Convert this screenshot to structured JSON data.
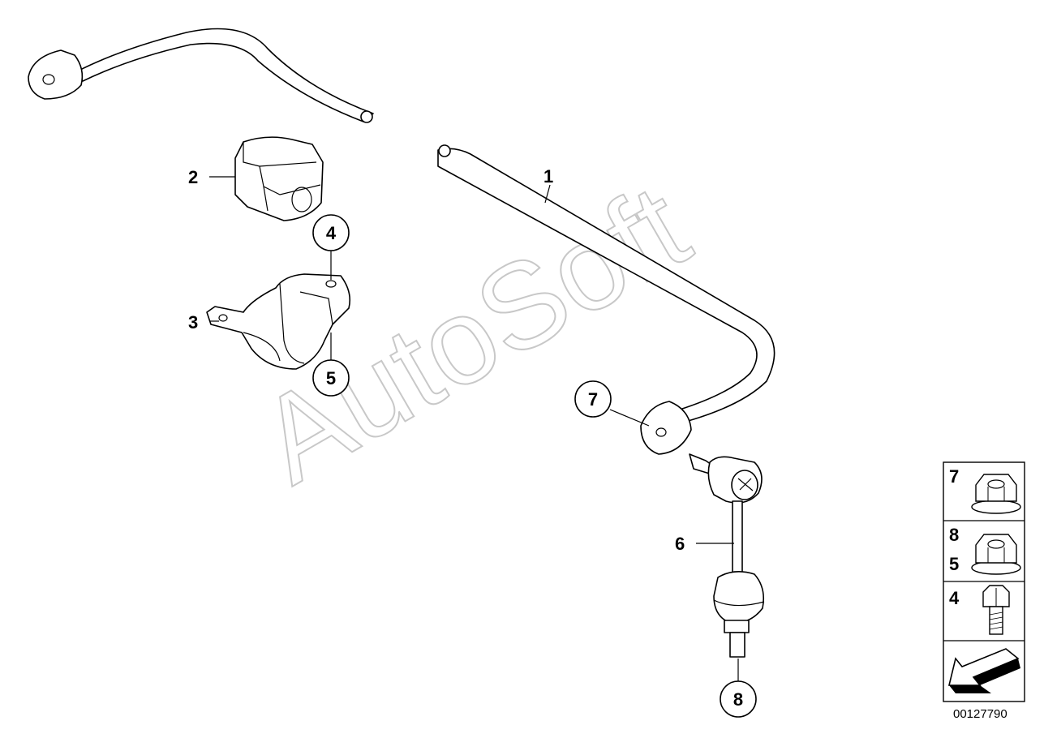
{
  "watermark": "AutoSoft",
  "document_number": "00127790",
  "callouts": {
    "c1": "1",
    "c2": "2",
    "c3": "3",
    "c4": "4",
    "c5": "5",
    "c6": "6",
    "c7": "7",
    "c8": "8"
  },
  "legend": {
    "row1": "7",
    "row2a": "8",
    "row2b": "5",
    "row3": "4"
  },
  "parts": {
    "p1": "stabilizer-bar",
    "p2": "rubber-mounting",
    "p3": "bracket",
    "p4": "hex-bolt",
    "p5": "hex-nut",
    "p6": "stabilizer-link",
    "p7": "self-locking-hex-nut",
    "p8": "hex-nut"
  },
  "colors": {
    "line": "#000000",
    "watermark": "#c8c8c8",
    "background": "#ffffff"
  }
}
